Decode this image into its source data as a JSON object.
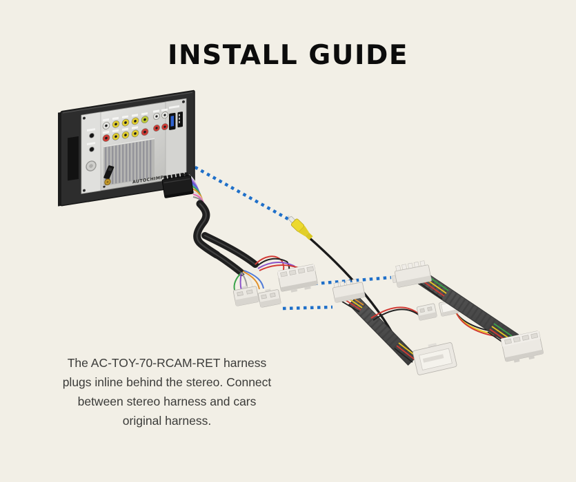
{
  "title": "INSTALL GUIDE",
  "caption": {
    "lines": [
      "The AC-TOY-70-RCAM-RET harness",
      "plugs inline behind the stereo. Connect",
      "between stereo harness and cars",
      "original harness."
    ]
  },
  "product_code": "AC-TOY-70-RCAM-RET",
  "stereo": {
    "brand_label": "AUTOCHIMP"
  },
  "colors": {
    "background": "#f2efe6",
    "dotted_connector_line": "#1e6fc9",
    "rca_plug_yellow": "#e8d42c",
    "usb_port_blue": "#2f62cf",
    "loom_wrap_gray": "#4d4d4d",
    "connector_white": "#ece9e3",
    "wire_red": "#d23a34",
    "wire_yellow": "#e8c822",
    "wire_green": "#3aa44a",
    "wire_purple": "#8a52c9",
    "wire_orange": "#e08f2a",
    "wire_black": "#222222"
  },
  "diagram": {
    "connections": [
      {
        "from": "stereo-rca-camera-output",
        "to": "camera-rca-plug"
      },
      {
        "from": "main-harness-connector",
        "to": "stereo-side-loom"
      },
      {
        "from": "main-harness-connector",
        "to": "vehicle-side-loom"
      }
    ]
  }
}
